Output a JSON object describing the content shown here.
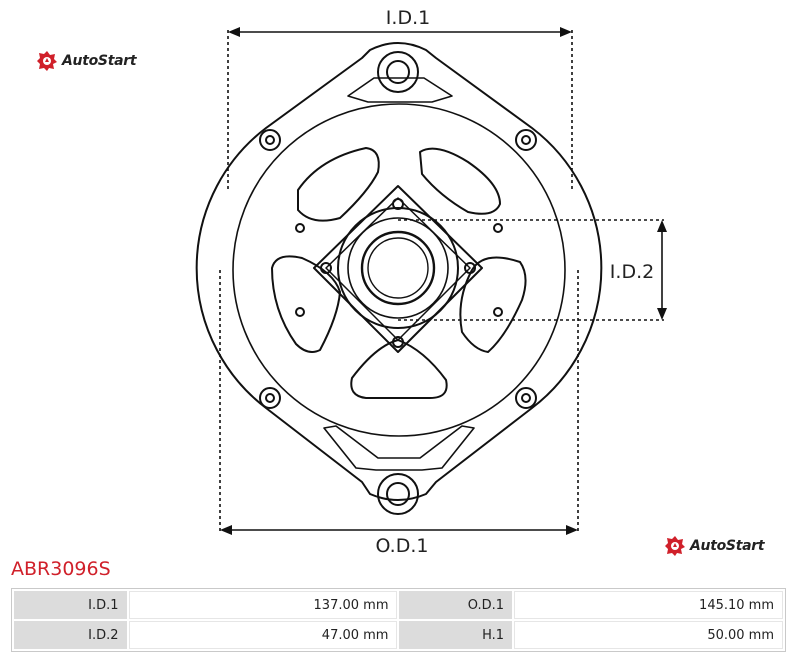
{
  "brand": {
    "name": "AutoStart",
    "accent_color": "#d0202a",
    "logo_icon": "autostart-logo-icon"
  },
  "diagram": {
    "labels": {
      "id1": "I.D.1",
      "id2": "I.D.2",
      "od1": "O.D.1"
    }
  },
  "product": {
    "part_number": "ABR3096S"
  },
  "specs": {
    "rows": [
      [
        {
          "label": "I.D.1",
          "value": "137.00 mm"
        },
        {
          "label": "O.D.1",
          "value": "145.10 mm"
        }
      ],
      [
        {
          "label": "I.D.2",
          "value": "47.00 mm"
        },
        {
          "label": "H.1",
          "value": "50.00 mm"
        }
      ]
    ]
  }
}
